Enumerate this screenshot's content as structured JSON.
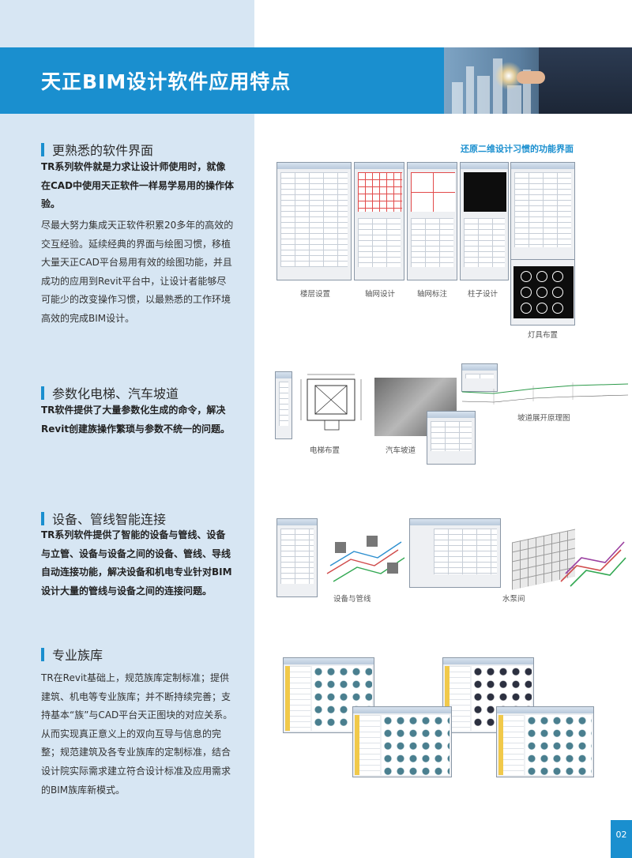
{
  "banner": {
    "title": "天正BIM设计软件应用特点"
  },
  "sections": [
    {
      "heading": "更熟悉的软件界面",
      "lead": "TR系列软件就是力求让设计师使用时，就像在CAD中使用天正软件一样易学易用的操作体验。",
      "body": "尽最大努力集成天正软件积累20多年的高效的交互经验。延续经典的界面与绘图习惯，移植大量天正CAD平台易用有效的绘图功能，并且成功的应用到Revit平台中，让设计者能够尽可能少的改变操作习惯，以最熟悉的工作环境高效的完成BIM设计。"
    },
    {
      "heading": "参数化电梯、汽车坡道",
      "lead": "TR软件提供了大量参数化生成的命令，解决Revit创建族操作繁琐与参数不统一的问题。"
    },
    {
      "heading": "设备、管线智能连接",
      "lead": "TR系列软件提供了智能的设备与管线、设备与立管、设备与设备之间的设备、管线、导线自动连接功能，解决设备和机电专业针对BIM设计大量的管线与设备之间的连接问题。"
    },
    {
      "heading": "专业族库",
      "body": "TR在Revit基础上，规范族库定制标准；提供建筑、机电等专业族库；并不断持续完善；支持基本“族”与CAD平台天正图块的对应关系。从而实现真正意义上的双向互导与信息的完整；规范建筑及各专业族库的定制标准，结合设计院实际需求建立符合设计标准及应用需求的BIM族库新模式。"
    }
  ],
  "figures": {
    "ui_header": "还原二维设计习惯的功能界面",
    "captions": {
      "floor": "楼层设置",
      "axis_design": "轴网设计",
      "axis_label": "轴网标注",
      "column": "柱子设计",
      "lamp": "灯具布置",
      "elevator": "电梯布置",
      "ramp": "汽车坡道",
      "ramp_profile": "坡道展开原理图",
      "equip_pipe": "设备与管线",
      "pump_room": "水泵间"
    }
  },
  "page_number": "02"
}
